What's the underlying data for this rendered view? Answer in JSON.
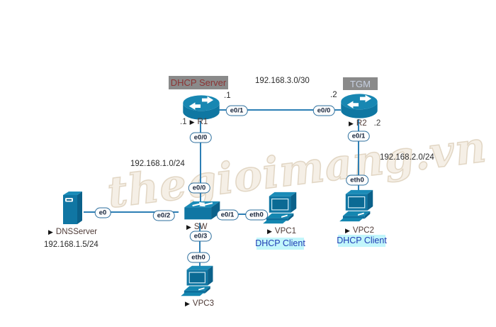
{
  "diagram": {
    "watermark": "thegioimang.vn",
    "colors": {
      "device_teal": "#1076a3",
      "device_teal_light": "#1b8cb8",
      "device_teal_dark": "#0b618a",
      "link": "#2d7fb5",
      "tag_gray_bg": "#8a8a8a",
      "dhcp_server_text": "#8b3434",
      "tgm_text": "#c7d0e2",
      "client_bg": "#c2f6fb",
      "client_text": "#1f3db4"
    },
    "tags": {
      "dhcp_server": "DHCP Server",
      "tgm": "TGM",
      "client1": "DHCP Client",
      "client2": "DHCP Client"
    },
    "networks": {
      "wan": "192.168.3.0/30",
      "lan1": "192.168.1.0/24",
      "lan2": "192.168.2.0/24",
      "dns_ip": "192.168.1.5/24"
    },
    "point_labels": {
      "r1_wan": ".1",
      "r2_wan": ".2",
      "r1_lan": ".1",
      "r2_lan": ".2"
    },
    "devices": {
      "r1": {
        "marker": "▶",
        "name": "R1"
      },
      "r2": {
        "marker": "▶",
        "name": "R2"
      },
      "sw": {
        "marker": "▶",
        "name": "SW"
      },
      "dns": {
        "marker": "▶",
        "name": "DNSServer"
      },
      "vpc1": {
        "marker": "▶",
        "name": "VPC1"
      },
      "vpc2": {
        "marker": "▶",
        "name": "VPC2"
      },
      "vpc3": {
        "marker": "▶",
        "name": "VPC3"
      }
    },
    "interfaces": {
      "r1_e01": "e0/1",
      "r1_e00": "e0/0",
      "r2_e00": "e0/0",
      "r2_e01": "e0/1",
      "sw_e00": "e0/0",
      "sw_e01": "e0/1",
      "sw_e02": "e0/2",
      "sw_e03": "e0/3",
      "dns_e0": "e0",
      "vpc1_eth0": "eth0",
      "vpc2_eth0": "eth0",
      "vpc3_eth0": "eth0"
    }
  }
}
